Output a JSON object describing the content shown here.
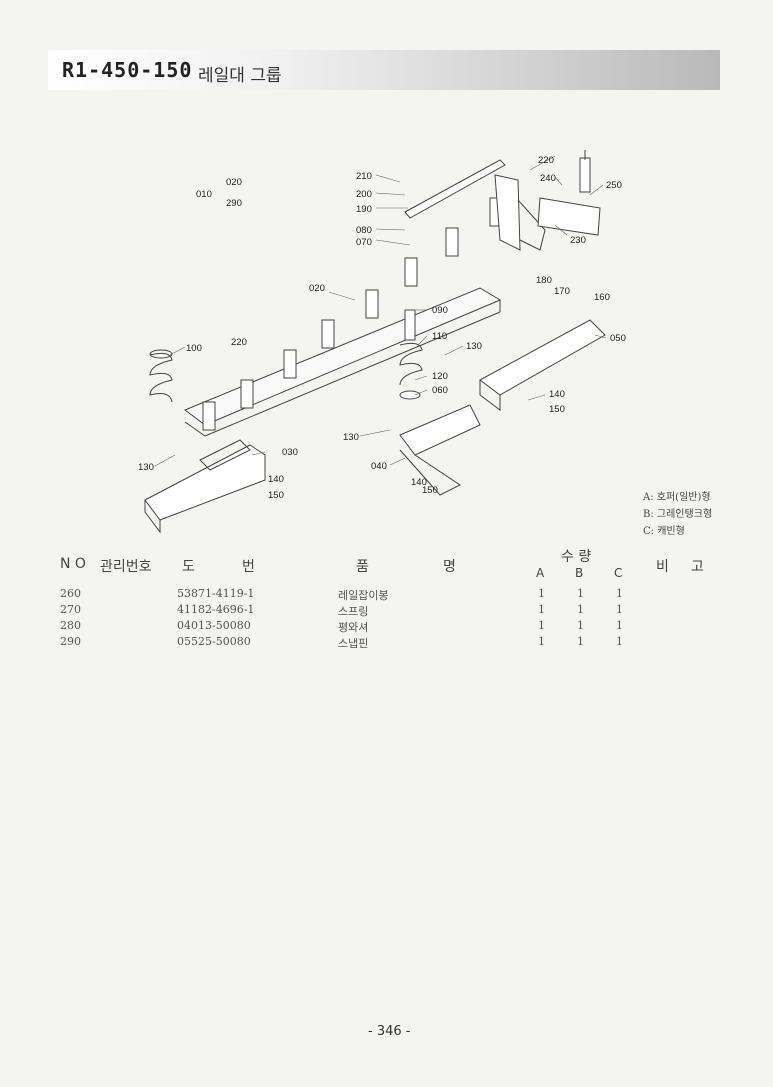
{
  "header": {
    "code": "R1-450-150",
    "group": "레일대 그룹"
  },
  "labels": [
    "210",
    "200",
    "190",
    "080",
    "070",
    "010",
    "020",
    "290",
    "220",
    "240",
    "250",
    "230",
    "020",
    "090",
    "180",
    "170",
    "160",
    "050",
    "100",
    "220",
    "110",
    "130",
    "120",
    "060",
    "140",
    "150",
    "130",
    "040",
    "130",
    "030",
    "140",
    "150",
    "140",
    "150"
  ],
  "legend": [
    "A: 호퍼(일반)형",
    "B: 그레인탱크형",
    "C: 캐빈형"
  ],
  "table": {
    "headers": {
      "no": "N O",
      "mgmt": "관리번호",
      "do": "도",
      "beon": "번",
      "pum": "품",
      "myeong": "명",
      "suryang": "수  량",
      "a": "A",
      "b": "B",
      "c": "C",
      "bi": "비",
      "go": "고"
    },
    "rows": [
      {
        "no": "260",
        "part": "53871-4119-1",
        "name": "레일잡이봉",
        "a": "1",
        "b": "1",
        "c": "1"
      },
      {
        "no": "270",
        "part": "41182-4696-1",
        "name": "스프링",
        "a": "1",
        "b": "1",
        "c": "1"
      },
      {
        "no": "280",
        "part": "04013-50080",
        "name": "평와셔",
        "a": "1",
        "b": "1",
        "c": "1"
      },
      {
        "no": "290",
        "part": "05525-50080",
        "name": "스냅핀",
        "a": "1",
        "b": "1",
        "c": "1"
      }
    ]
  },
  "page": "- 346 -"
}
